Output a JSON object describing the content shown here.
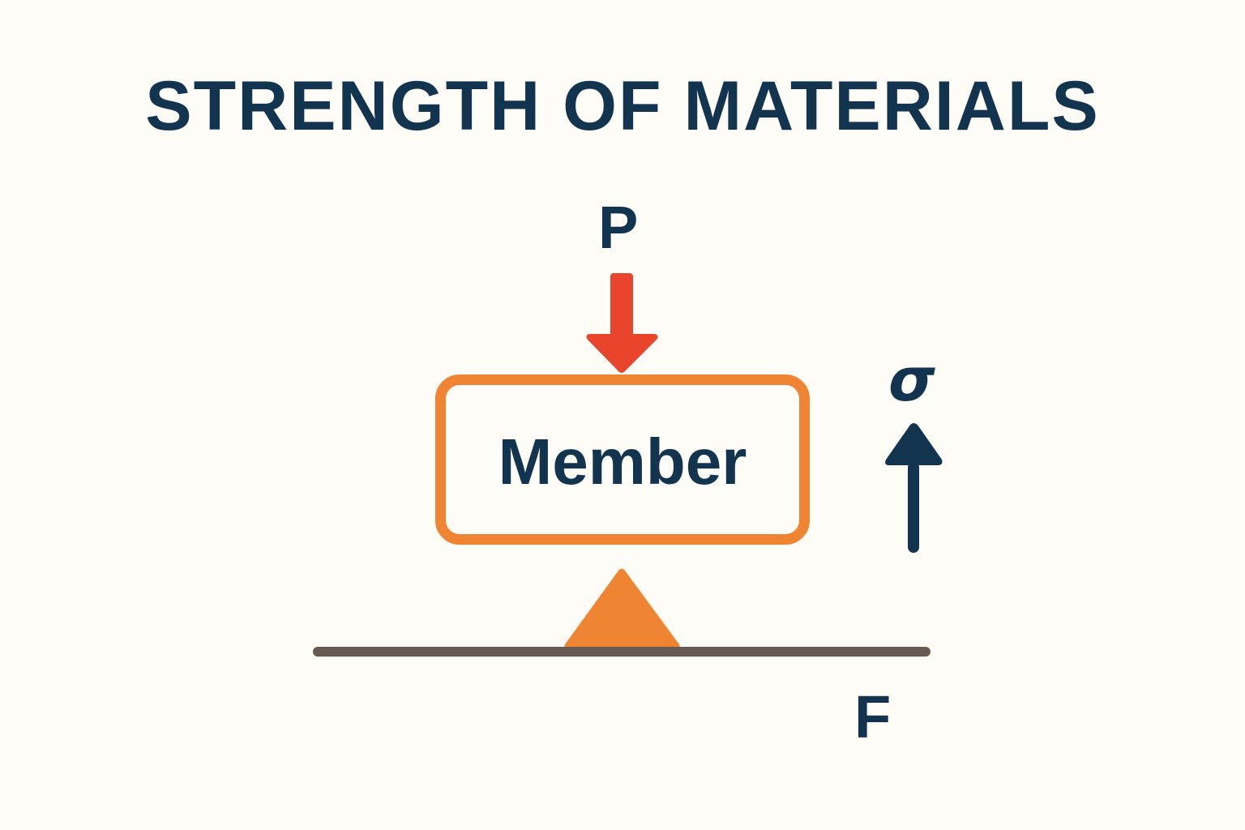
{
  "title": "STRENGTH OF MATERIALS",
  "labels": {
    "load": "P",
    "member": "Member",
    "stress": "σ",
    "force": "F"
  },
  "colors": {
    "background": "#fdfcf6",
    "text": "#12344f",
    "load_arrow": "#e8452c",
    "member_border": "#ef8433",
    "support": "#ef8433",
    "ground_line": "#665a52",
    "stress_arrow": "#12344f"
  }
}
